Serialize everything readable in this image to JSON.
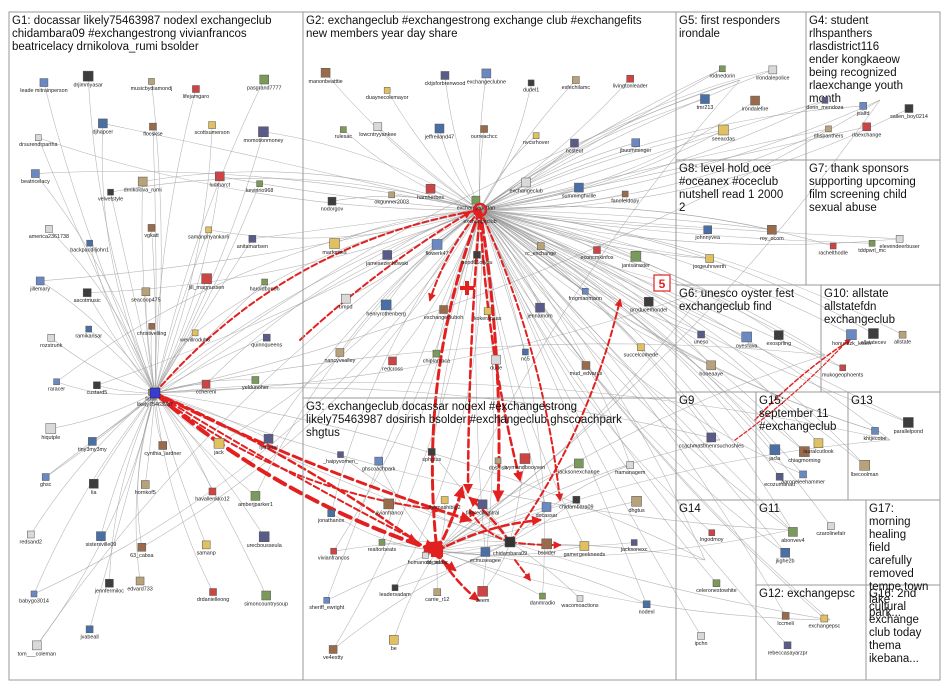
{
  "colors": {
    "edge_red": "#e32020",
    "edge_gray": "#9a9a9a",
    "panel_border": "#9a9a9a",
    "background": "#ffffff"
  },
  "groups": [
    {
      "id": "G1",
      "title": "G1: docassar likely75463987 nodexl exchangeclub chidambara09 #exchangestrong vivianfrancos beatricelacy drnikolova_rumi bsolder"
    },
    {
      "id": "G2",
      "title": "G2: exchangeclub #exchangestrong exchange club #exchangefits new members year day share"
    },
    {
      "id": "G3",
      "title": "G3: exchangeclub docassar nodexl #exchangestrong likely75463987 dosirish bsolder #exchangeclub ghscoachpark shgtus"
    },
    {
      "id": "G4",
      "title": "G4: student rlhspanthers rlasdistrict116 ender kongkaeow being recognized rlaexchange youth month"
    },
    {
      "id": "G5",
      "title": "G5: first responders irondale"
    },
    {
      "id": "G6",
      "title": "G6: unesco oyster fest exchangeclub find"
    },
    {
      "id": "G7",
      "title": "G7: thank sponsors supporting upcoming film screening child sexual abuse"
    },
    {
      "id": "G8",
      "title": "G8: level hold oce #oceanex #oceclub nutshell read 1 2000 2"
    },
    {
      "id": "G9",
      "title": "G9"
    },
    {
      "id": "G10",
      "title": "G10: allstate allstatefdn exchangeclub"
    },
    {
      "id": "G11",
      "title": "G11"
    },
    {
      "id": "G12",
      "title": "G12: exchangepsc"
    },
    {
      "id": "G13",
      "title": "G13"
    },
    {
      "id": "G14",
      "title": "G14"
    },
    {
      "id": "G15",
      "title": "G15: september 11 #exchangeclub"
    },
    {
      "id": "G16",
      "title": "G16: 2nd cultural exchange club today thema ikebana..."
    },
    {
      "id": "G17",
      "title": "G17: morning healing field carefully removed tempe town lake park..."
    }
  ],
  "hub_nodes": {
    "exchangeclub": "exchangeclub",
    "likely": "likely75463987",
    "docassar": "docassar",
    "chidambara": "chidambara09"
  },
  "nodes": [
    {
      "g": "G1",
      "label": "leade mitrainperson"
    },
    {
      "g": "G1",
      "label": "drjimmyasar"
    },
    {
      "g": "G1",
      "label": "musicbydiamondj"
    },
    {
      "g": "G1",
      "label": "lifejamgaro"
    },
    {
      "g": "G1",
      "label": "pasgrand7777"
    },
    {
      "g": "G1",
      "label": "drsurendrpartha"
    },
    {
      "g": "G1",
      "label": "djhapcer"
    },
    {
      "g": "G1",
      "label": "flocskse"
    },
    {
      "g": "G1",
      "label": "scottsumerson"
    },
    {
      "g": "G1",
      "label": "momotionmoney"
    },
    {
      "g": "G1",
      "label": "beatricelacy"
    },
    {
      "g": "G1",
      "label": "velvetstyle"
    },
    {
      "g": "G1",
      "label": "drnikolova_rumi"
    },
    {
      "g": "G1",
      "label": "ludmarct"
    },
    {
      "g": "G1",
      "label": "kevinrio968"
    },
    {
      "g": "G1",
      "label": "america2361738"
    },
    {
      "g": "G1",
      "label": "backpacdiljohn1"
    },
    {
      "g": "G1",
      "label": "vgkatt"
    },
    {
      "g": "G1",
      "label": "samanphyankar6"
    },
    {
      "g": "G1",
      "label": "anitamartsen"
    },
    {
      "g": "G1",
      "label": "jillemary"
    },
    {
      "g": "G1",
      "label": "ascotmusic"
    },
    {
      "g": "G1",
      "label": "seacoop475"
    },
    {
      "g": "G1",
      "label": "jill_magnussen"
    },
    {
      "g": "G1",
      "label": "haroldbanon"
    },
    {
      "g": "G1",
      "label": "rozstrunk"
    },
    {
      "g": "G1",
      "label": "ramikansar"
    },
    {
      "g": "G1",
      "label": "christivelling"
    },
    {
      "g": "G1",
      "label": "wevillrodub6"
    },
    {
      "g": "G1",
      "label": "quinnqueens"
    },
    {
      "g": "G1",
      "label": "raracer"
    },
    {
      "g": "G1",
      "label": "custard5"
    },
    {
      "g": "G1",
      "label": "faroh"
    },
    {
      "g": "G1",
      "label": "cchereni"
    },
    {
      "g": "G1",
      "label": "yeldunoher"
    },
    {
      "g": "G1",
      "label": "hiqutple"
    },
    {
      "g": "G1",
      "label": "tiny3my3my"
    },
    {
      "g": "G1",
      "label": "cynthia_lardner"
    },
    {
      "g": "G1",
      "label": "jack"
    },
    {
      "g": "G1",
      "label": "lydsetel"
    },
    {
      "g": "G1",
      "label": "ghsc"
    },
    {
      "g": "G1",
      "label": "lia"
    },
    {
      "g": "G1",
      "label": "hornkof5"
    },
    {
      "g": "G1",
      "label": "havallenkko12"
    },
    {
      "g": "G1",
      "label": "amberjparker1"
    },
    {
      "g": "G1",
      "label": "redsand2"
    },
    {
      "g": "G1",
      "label": "sistersville09"
    },
    {
      "g": "G1",
      "label": "63_cabsa"
    },
    {
      "g": "G1",
      "label": "samanp"
    },
    {
      "g": "G1",
      "label": "urecbousseula"
    },
    {
      "g": "G1",
      "label": "babygo3014"
    },
    {
      "g": "G1",
      "label": "jennfermiloc"
    },
    {
      "g": "G1",
      "label": "edvard733"
    },
    {
      "g": "G1",
      "label": "drdanielleong"
    },
    {
      "g": "G1",
      "label": "simoncountrysoup"
    },
    {
      "g": "G1",
      "label": "tom___coleman"
    },
    {
      "g": "G1",
      "label": "jvabeall"
    },
    {
      "g": "G2",
      "label": "manonbeatttie"
    },
    {
      "g": "G2",
      "label": "duaynecolemayor"
    },
    {
      "g": "G2",
      "label": "cktjsforbrenwood"
    },
    {
      "g": "G2",
      "label": "exchangeclubne"
    },
    {
      "g": "G2",
      "label": "dudel1"
    },
    {
      "g": "G2",
      "label": "esfechilamc"
    },
    {
      "g": "G2",
      "label": "livingtonleader"
    },
    {
      "g": "G2",
      "label": "rulesac"
    },
    {
      "g": "G2",
      "label": "lowcntryyankee"
    },
    {
      "g": "G2",
      "label": "jeffreiland47"
    },
    {
      "g": "G2",
      "label": "ourreachcc"
    },
    {
      "g": "G2",
      "label": "nvcsrhover"
    },
    {
      "g": "G2",
      "label": "ncsteut"
    },
    {
      "g": "G2",
      "label": "jbuumminger"
    },
    {
      "g": "G2",
      "label": "nodorgov"
    },
    {
      "g": "G2",
      "label": "okgunner2003"
    },
    {
      "g": "G2",
      "label": "hamherbes"
    },
    {
      "g": "G2",
      "label": "exchangeduttan"
    },
    {
      "g": "G2",
      "label": "exchangeclub"
    },
    {
      "g": "G2",
      "label": "summinghville"
    },
    {
      "g": "G2",
      "label": "fanofeldopy"
    },
    {
      "g": "G2",
      "label": "marfornes"
    },
    {
      "g": "G2",
      "label": "jamesezechowski"
    },
    {
      "g": "G2",
      "label": "flowerk47"
    },
    {
      "g": "G2",
      "label": "hopd61ofyou"
    },
    {
      "g": "G2",
      "label": "rc_exchange"
    },
    {
      "g": "G2",
      "label": "econcmkinfos"
    },
    {
      "g": "G2",
      "label": "janisaraster"
    },
    {
      "g": "G2",
      "label": "bmpd"
    },
    {
      "g": "G2",
      "label": "henryrothenberg"
    },
    {
      "g": "G2",
      "label": "exchangecluboh"
    },
    {
      "g": "G2",
      "label": "kokeraosas"
    },
    {
      "g": "G2",
      "label": "jennamom"
    },
    {
      "g": "G2",
      "label": "frogmanmann"
    },
    {
      "g": "G2",
      "label": "producemondel"
    },
    {
      "g": "G2",
      "label": "nancyvsalley"
    },
    {
      "g": "G2",
      "label": "redcross"
    },
    {
      "g": "G2",
      "label": "chiplamaca"
    },
    {
      "g": "G2",
      "label": "dude"
    },
    {
      "g": "G2",
      "label": "nc5"
    },
    {
      "g": "G2",
      "label": "mud_edvards"
    },
    {
      "g": "G2",
      "label": "succelcomede"
    },
    {
      "g": "G3",
      "label": "_haipyvomen_"
    },
    {
      "g": "G3",
      "label": "ghscoachpark"
    },
    {
      "g": "G3",
      "label": "sphgtus"
    },
    {
      "g": "G3",
      "label": "dosirish"
    },
    {
      "g": "G3",
      "label": "wymandbooysen"
    },
    {
      "g": "G3",
      "label": "jacksonexchange"
    },
    {
      "g": "G3",
      "label": "framanagem"
    },
    {
      "g": "G3",
      "label": "jonathanox"
    },
    {
      "g": "G3",
      "label": "vivianfranco"
    },
    {
      "g": "G3",
      "label": "thomashiblg2"
    },
    {
      "g": "G3",
      "label": "filmrecikontral"
    },
    {
      "g": "G3",
      "label": "docassar"
    },
    {
      "g": "G3",
      "label": "chidambara09"
    },
    {
      "g": "G3",
      "label": "dhgtus"
    },
    {
      "g": "G3",
      "label": "vivianfrancos"
    },
    {
      "g": "G3",
      "label": "realtorbeats"
    },
    {
      "g": "G3",
      "label": "humanoid_info"
    },
    {
      "g": "G3",
      "label": "ecmuseagee"
    },
    {
      "g": "G3",
      "label": "bsolder"
    },
    {
      "g": "G3",
      "label": "gamergeekneeds"
    },
    {
      "g": "G3",
      "label": "jacksonexc"
    },
    {
      "g": "G3",
      "label": "sheriff_ewright"
    },
    {
      "g": "G3",
      "label": "leadersadam"
    },
    {
      "g": "G3",
      "label": "carrie_r12"
    },
    {
      "g": "G3",
      "label": "3eem"
    },
    {
      "g": "G3",
      "label": "danmradio"
    },
    {
      "g": "G3",
      "label": "wacomoactions"
    },
    {
      "g": "G3",
      "label": "nodexl"
    },
    {
      "g": "G3",
      "label": "ve4estty"
    },
    {
      "g": "G3",
      "label": "be"
    },
    {
      "g": "G4",
      "label": "donn_mendoza"
    },
    {
      "g": "G4",
      "label": "jsalfd"
    },
    {
      "g": "G4",
      "label": "sailen_boy0214"
    },
    {
      "g": "G4",
      "label": "rlhspanthers"
    },
    {
      "g": "G4",
      "label": "rlaexchange"
    },
    {
      "g": "G5",
      "label": "rodnedorin"
    },
    {
      "g": "G5",
      "label": "irondalepolice"
    },
    {
      "g": "G5",
      "label": "tmr213"
    },
    {
      "g": "G5",
      "label": "irondalefire"
    },
    {
      "g": "G5",
      "label": "seeacdas"
    },
    {
      "g": "G6",
      "label": "uneso"
    },
    {
      "g": "G6",
      "label": "oyesfava"
    },
    {
      "g": "G6",
      "label": "exosprling"
    },
    {
      "g": "G6",
      "label": "honeaaye"
    },
    {
      "g": "G7",
      "label": "rachelthodle"
    },
    {
      "g": "G7",
      "label": "tddpwrl_mc"
    },
    {
      "g": "G7",
      "label": "elevendeerbuser"
    },
    {
      "g": "G8",
      "label": "johnnyvea"
    },
    {
      "g": "G8",
      "label": "roy_ocom"
    },
    {
      "g": "G8",
      "label": "jorgeuhrwerth"
    },
    {
      "g": "G9",
      "label": "ccachmastmenrsuchoshles"
    },
    {
      "g": "G10",
      "label": "honusitzk_lesen"
    },
    {
      "g": "G10",
      "label": "allstatecev"
    },
    {
      "g": "G10",
      "label": "allstate"
    },
    {
      "g": "G10",
      "label": "mukogeophoents"
    },
    {
      "g": "G11",
      "label": "abonvev4"
    },
    {
      "g": "G11",
      "label": "czarolinefalr"
    },
    {
      "g": "G11",
      "label": "jlighe2b"
    },
    {
      "g": "G12",
      "label": "lccmeli"
    },
    {
      "g": "G12",
      "label": "exchangepsc"
    },
    {
      "g": "G12",
      "label": "rebeccasayarzpr"
    },
    {
      "g": "G13",
      "label": "khtjecobe"
    },
    {
      "g": "G13",
      "label": "parallelpond"
    },
    {
      "g": "G13",
      "label": "lbecoolman"
    },
    {
      "g": "G14",
      "label": "lngodmoy"
    },
    {
      "g": "G14",
      "label": "celeronestowhite"
    },
    {
      "g": "G14",
      "label": "ipchn"
    },
    {
      "g": "G15",
      "label": "jacla"
    },
    {
      "g": "G15",
      "label": "chiagmorning"
    },
    {
      "g": "G15",
      "label": "lauralcutlook"
    },
    {
      "g": "G15",
      "label": "ecozumanatt"
    },
    {
      "g": "G15",
      "label": "aaroneleehammer"
    }
  ]
}
